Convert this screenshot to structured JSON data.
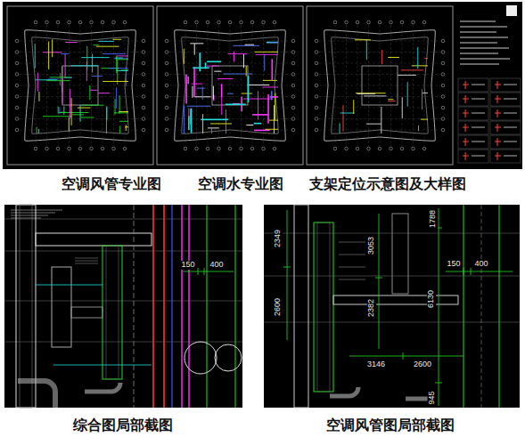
{
  "diagram": {
    "nodes": [
      {
        "text": [
          "空调风管专业图"
        ]
      },
      {
        "text": [
          "空调水专业图"
        ]
      },
      {
        "text": [
          "支架定位示意图及大样图"
        ]
      },
      {
        "text": [
          "综合图局部截图"
        ]
      },
      {
        "text": [
          "空调风管图局部截图"
        ]
      }
    ],
    "labels": [
      "150",
      "400",
      "2349",
      "1788",
      "3053",
      "150",
      "400",
      "2382",
      "6130",
      "2600",
      "3146",
      "2600",
      "945"
    ]
  }
}
